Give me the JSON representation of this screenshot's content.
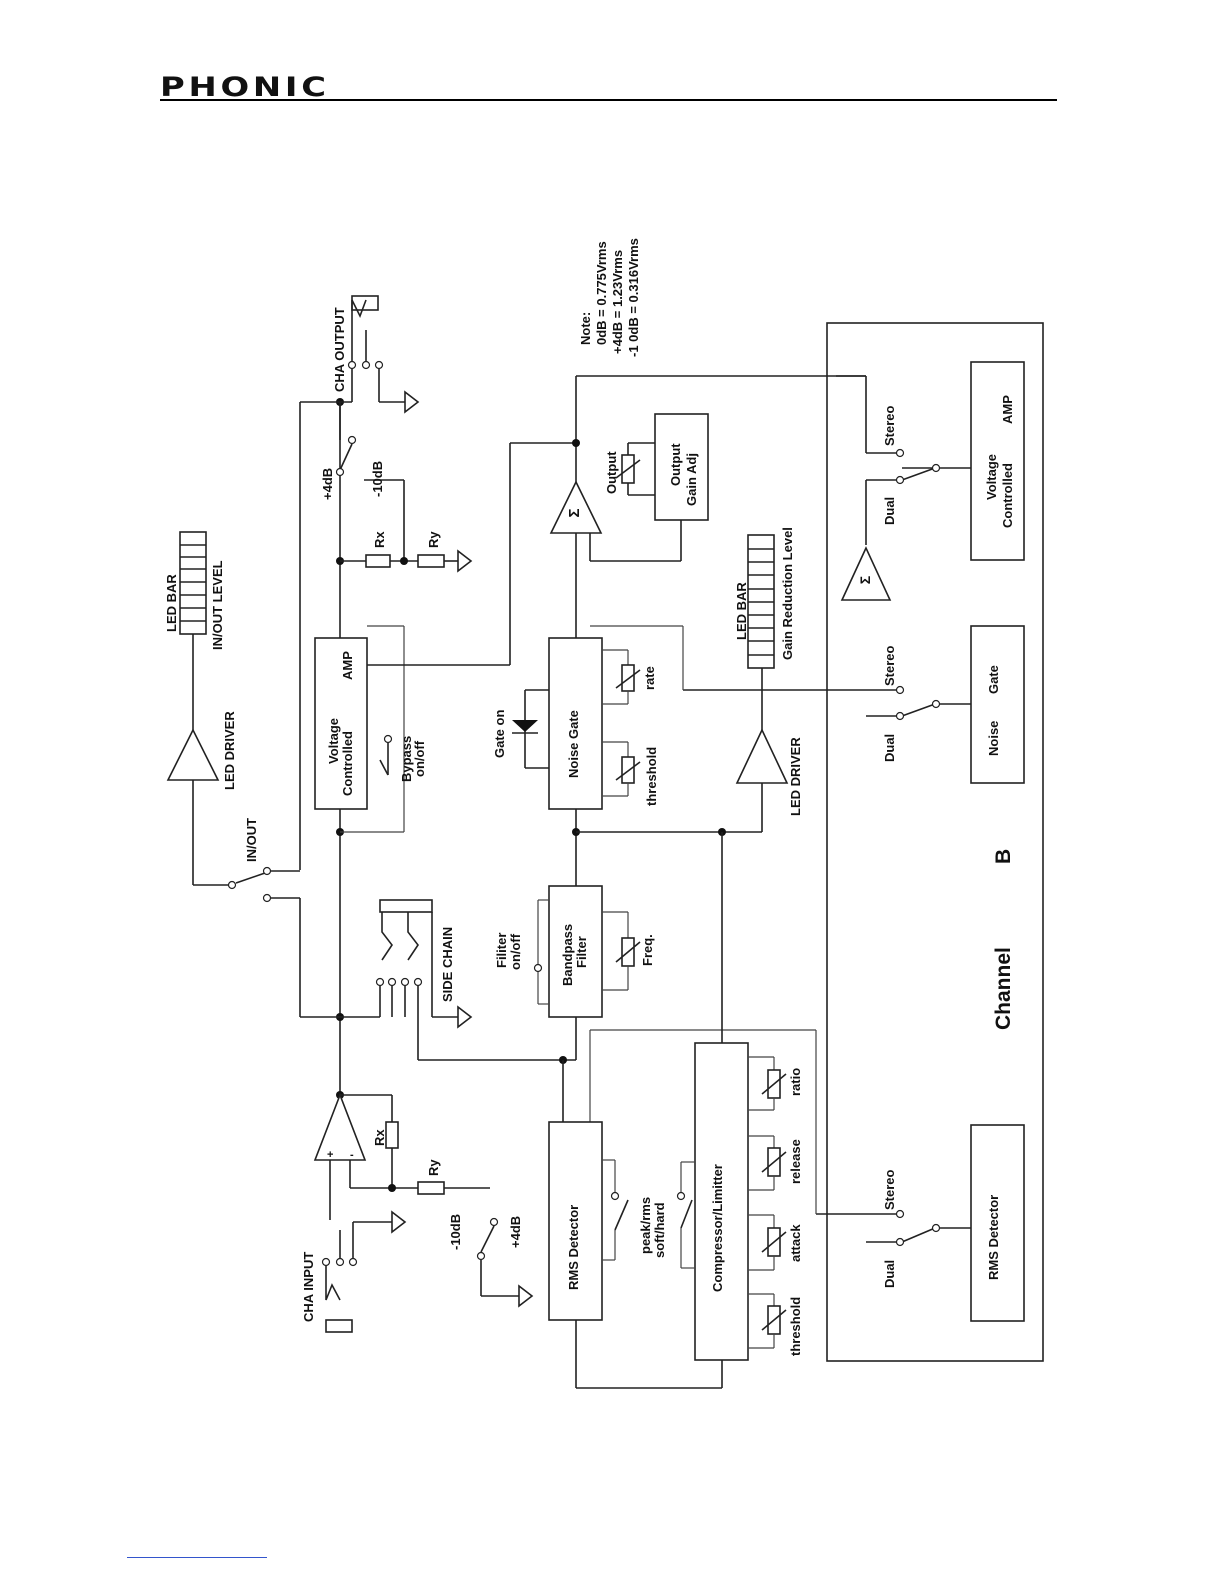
{
  "header": {
    "brand": "PHONIC"
  },
  "labels": {
    "cha_output": "CHA OUTPUT",
    "cha_input": "CHA INPUT",
    "led_bar_top": "LED BAR",
    "in_out_level": "IN/OUT LEVEL",
    "led_driver_top": "LED DRIVER",
    "in_out": "IN/OUT",
    "plus4db_top": "+4dB",
    "minus10db_top": "-10dB",
    "rx_top": "Rx",
    "ry_top": "Ry",
    "rx_bottom": "Rx",
    "ry_bottom": "Ry",
    "minus10db_bottom": "-10dB",
    "plus4db_bottom": "+4dB",
    "vca_voltage": "Voltage",
    "vca_controlled": "Controlled",
    "vca_amp": "AMP",
    "bypass": "Bypass",
    "on_off": "on/off",
    "side_chain": "SIDE CHAIN",
    "filter_label": "Filiter",
    "filter_onoff": "on/off",
    "bandpass": "Bandpass",
    "filter": "Filter",
    "freq": "Freq.",
    "gate_on": "Gate  on",
    "noise_gate": "Noise  Gate",
    "threshold_gate": "threshold",
    "rate": "rate",
    "led_bar_gr": "LED  BAR",
    "gain_reduction_level": "Gain  Reduction  Level",
    "led_driver_gr": "LED  DRIVER",
    "output": "Output",
    "output_gain": "Output",
    "gain_adj": "Gain    Adj",
    "rms_detector": "RMS  Detector",
    "peak_rms": "peak/rms",
    "soft_hard": "soft/hard",
    "compressor_limiter": "Compressor/Limitter",
    "ratio": "ratio",
    "release": "release",
    "attack": "attack",
    "threshold_comp": "threshold",
    "note_title": "Note:",
    "note_line1": "0dB = 0.775Vrms",
    "note_line2": "+4dB = 1.23Vrms",
    "note_line3": "-1 0dB = 0.316Vrms"
  },
  "channel_b": {
    "title": "Channel",
    "letter": "B",
    "stereo_1": "Stereo",
    "dual_1": "Dual",
    "vca_line1": "Voltage",
    "vca_line2": "Controlled",
    "vca_amp": "AMP",
    "stereo_2": "Stereo",
    "dual_2": "Dual",
    "noise_gate_1": "Noise",
    "noise_gate_2": "Gate",
    "stereo_3": "Stereo",
    "dual_3": "Dual",
    "rms_detector": "RMS Detector"
  }
}
